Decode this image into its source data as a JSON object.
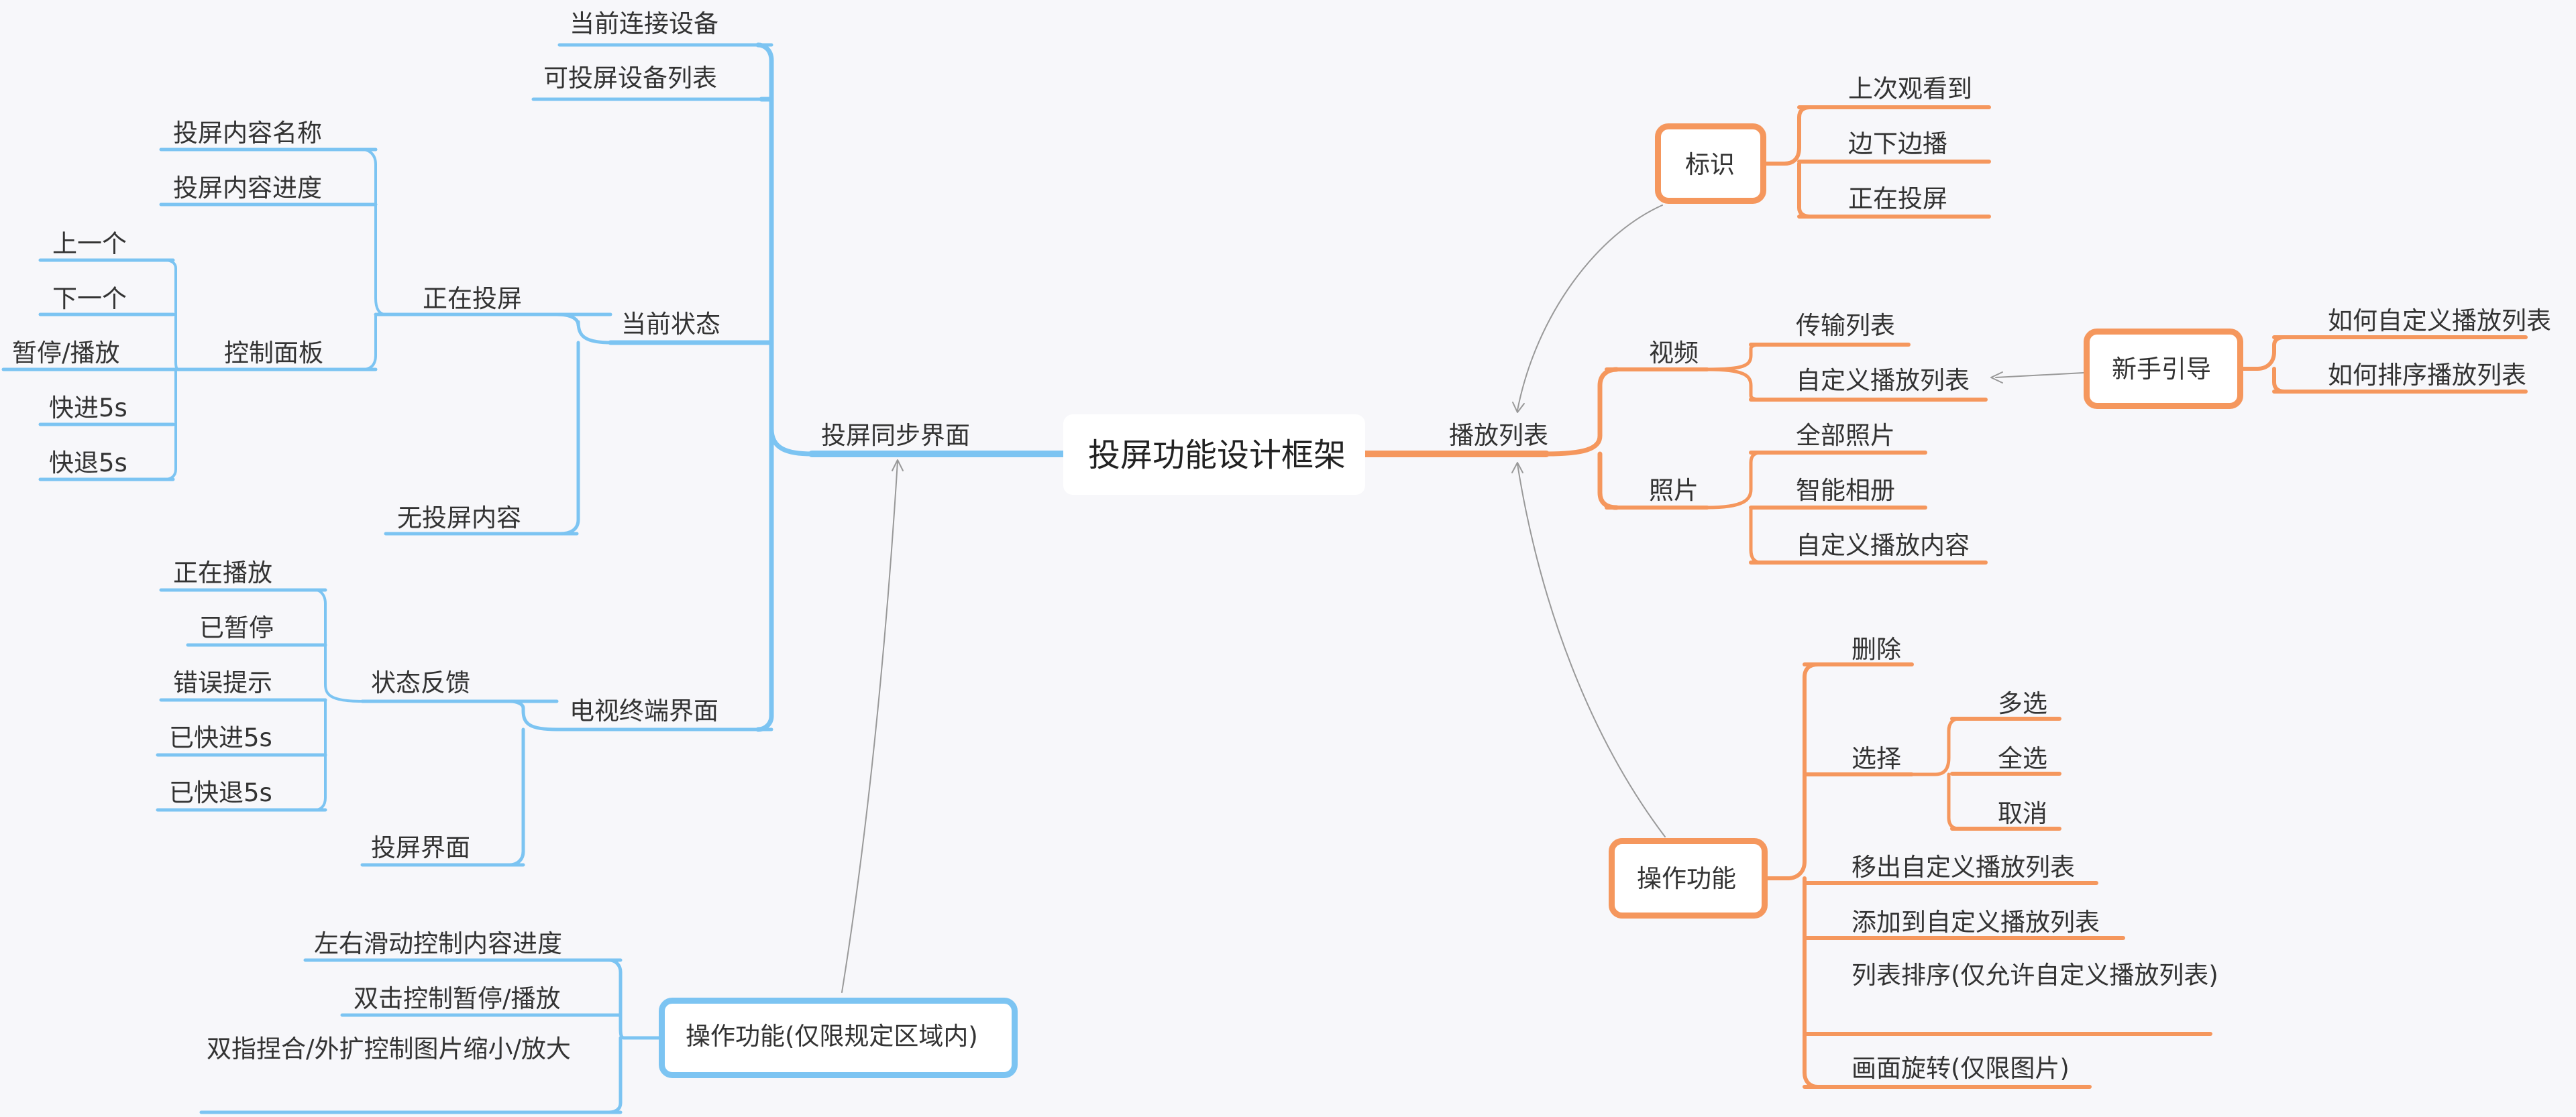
{
  "root": "投屏功能设计框架",
  "left": {
    "main": "投屏同步界面",
    "top_items": [
      "当前连接设备",
      "可投屏设备列表"
    ],
    "current_status": {
      "label": "当前状态",
      "casting": {
        "label": "正在投屏",
        "items": [
          "投屏内容名称",
          "投屏内容进度"
        ],
        "control_panel": {
          "label": "控制面板",
          "items": [
            "上一个",
            "下一个",
            "暂停/播放",
            "快进5s",
            "快退5s"
          ]
        }
      },
      "none": "无投屏内容"
    },
    "tv": {
      "label": "电视终端界面",
      "feedback": {
        "label": "状态反馈",
        "items": [
          "正在播放",
          "已暂停",
          "错误提示",
          "已快进5s",
          "已快退5s"
        ]
      },
      "cast_screen": "投屏界面"
    },
    "ops": {
      "label": "操作功能(仅限规定区域内)",
      "items": [
        "左右滑动控制内容进度",
        "双击控制暂停/播放",
        "双指捏合/外扩控制图片缩小/放大"
      ]
    }
  },
  "right": {
    "main": "播放列表",
    "mark": {
      "label": "标识",
      "items": [
        "上次观看到",
        "边下边播",
        "正在投屏"
      ]
    },
    "video": {
      "label": "视频",
      "items": [
        "传输列表",
        "自定义播放列表"
      ]
    },
    "photo": {
      "label": "照片",
      "items": [
        "全部照片",
        "智能相册",
        "自定义播放内容"
      ]
    },
    "guide": {
      "label": "新手引导",
      "items": [
        "如何自定义播放列表",
        "如何排序播放列表"
      ]
    },
    "ops": {
      "label": "操作功能",
      "delete": "删除",
      "select": {
        "label": "选择",
        "items": [
          "多选",
          "全选",
          "取消"
        ]
      },
      "items": [
        "移出自定义播放列表",
        "添加到自定义播放列表",
        "列表排序(仅允许自定义播放列表)",
        "画面旋转(仅限图片)"
      ]
    }
  },
  "colors": {
    "left_branch": "#7cc4f2",
    "right_branch": "#f5975d",
    "relation": "#999999",
    "background": "#f7f7fa"
  }
}
